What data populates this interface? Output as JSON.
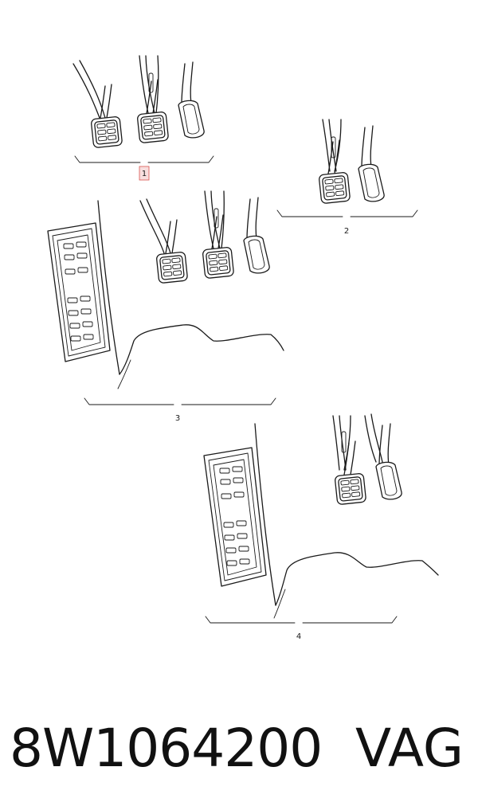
{
  "diagram": {
    "callouts": [
      {
        "id": "1",
        "label": "1",
        "highlighted": true
      },
      {
        "id": "2",
        "label": "2",
        "highlighted": false
      },
      {
        "id": "3",
        "label": "3",
        "highlighted": false
      },
      {
        "id": "4",
        "label": "4",
        "highlighted": false
      }
    ],
    "highlight_color": "#d9534f"
  },
  "footer": {
    "part_number": "8W1064200",
    "brand": "VAG"
  }
}
